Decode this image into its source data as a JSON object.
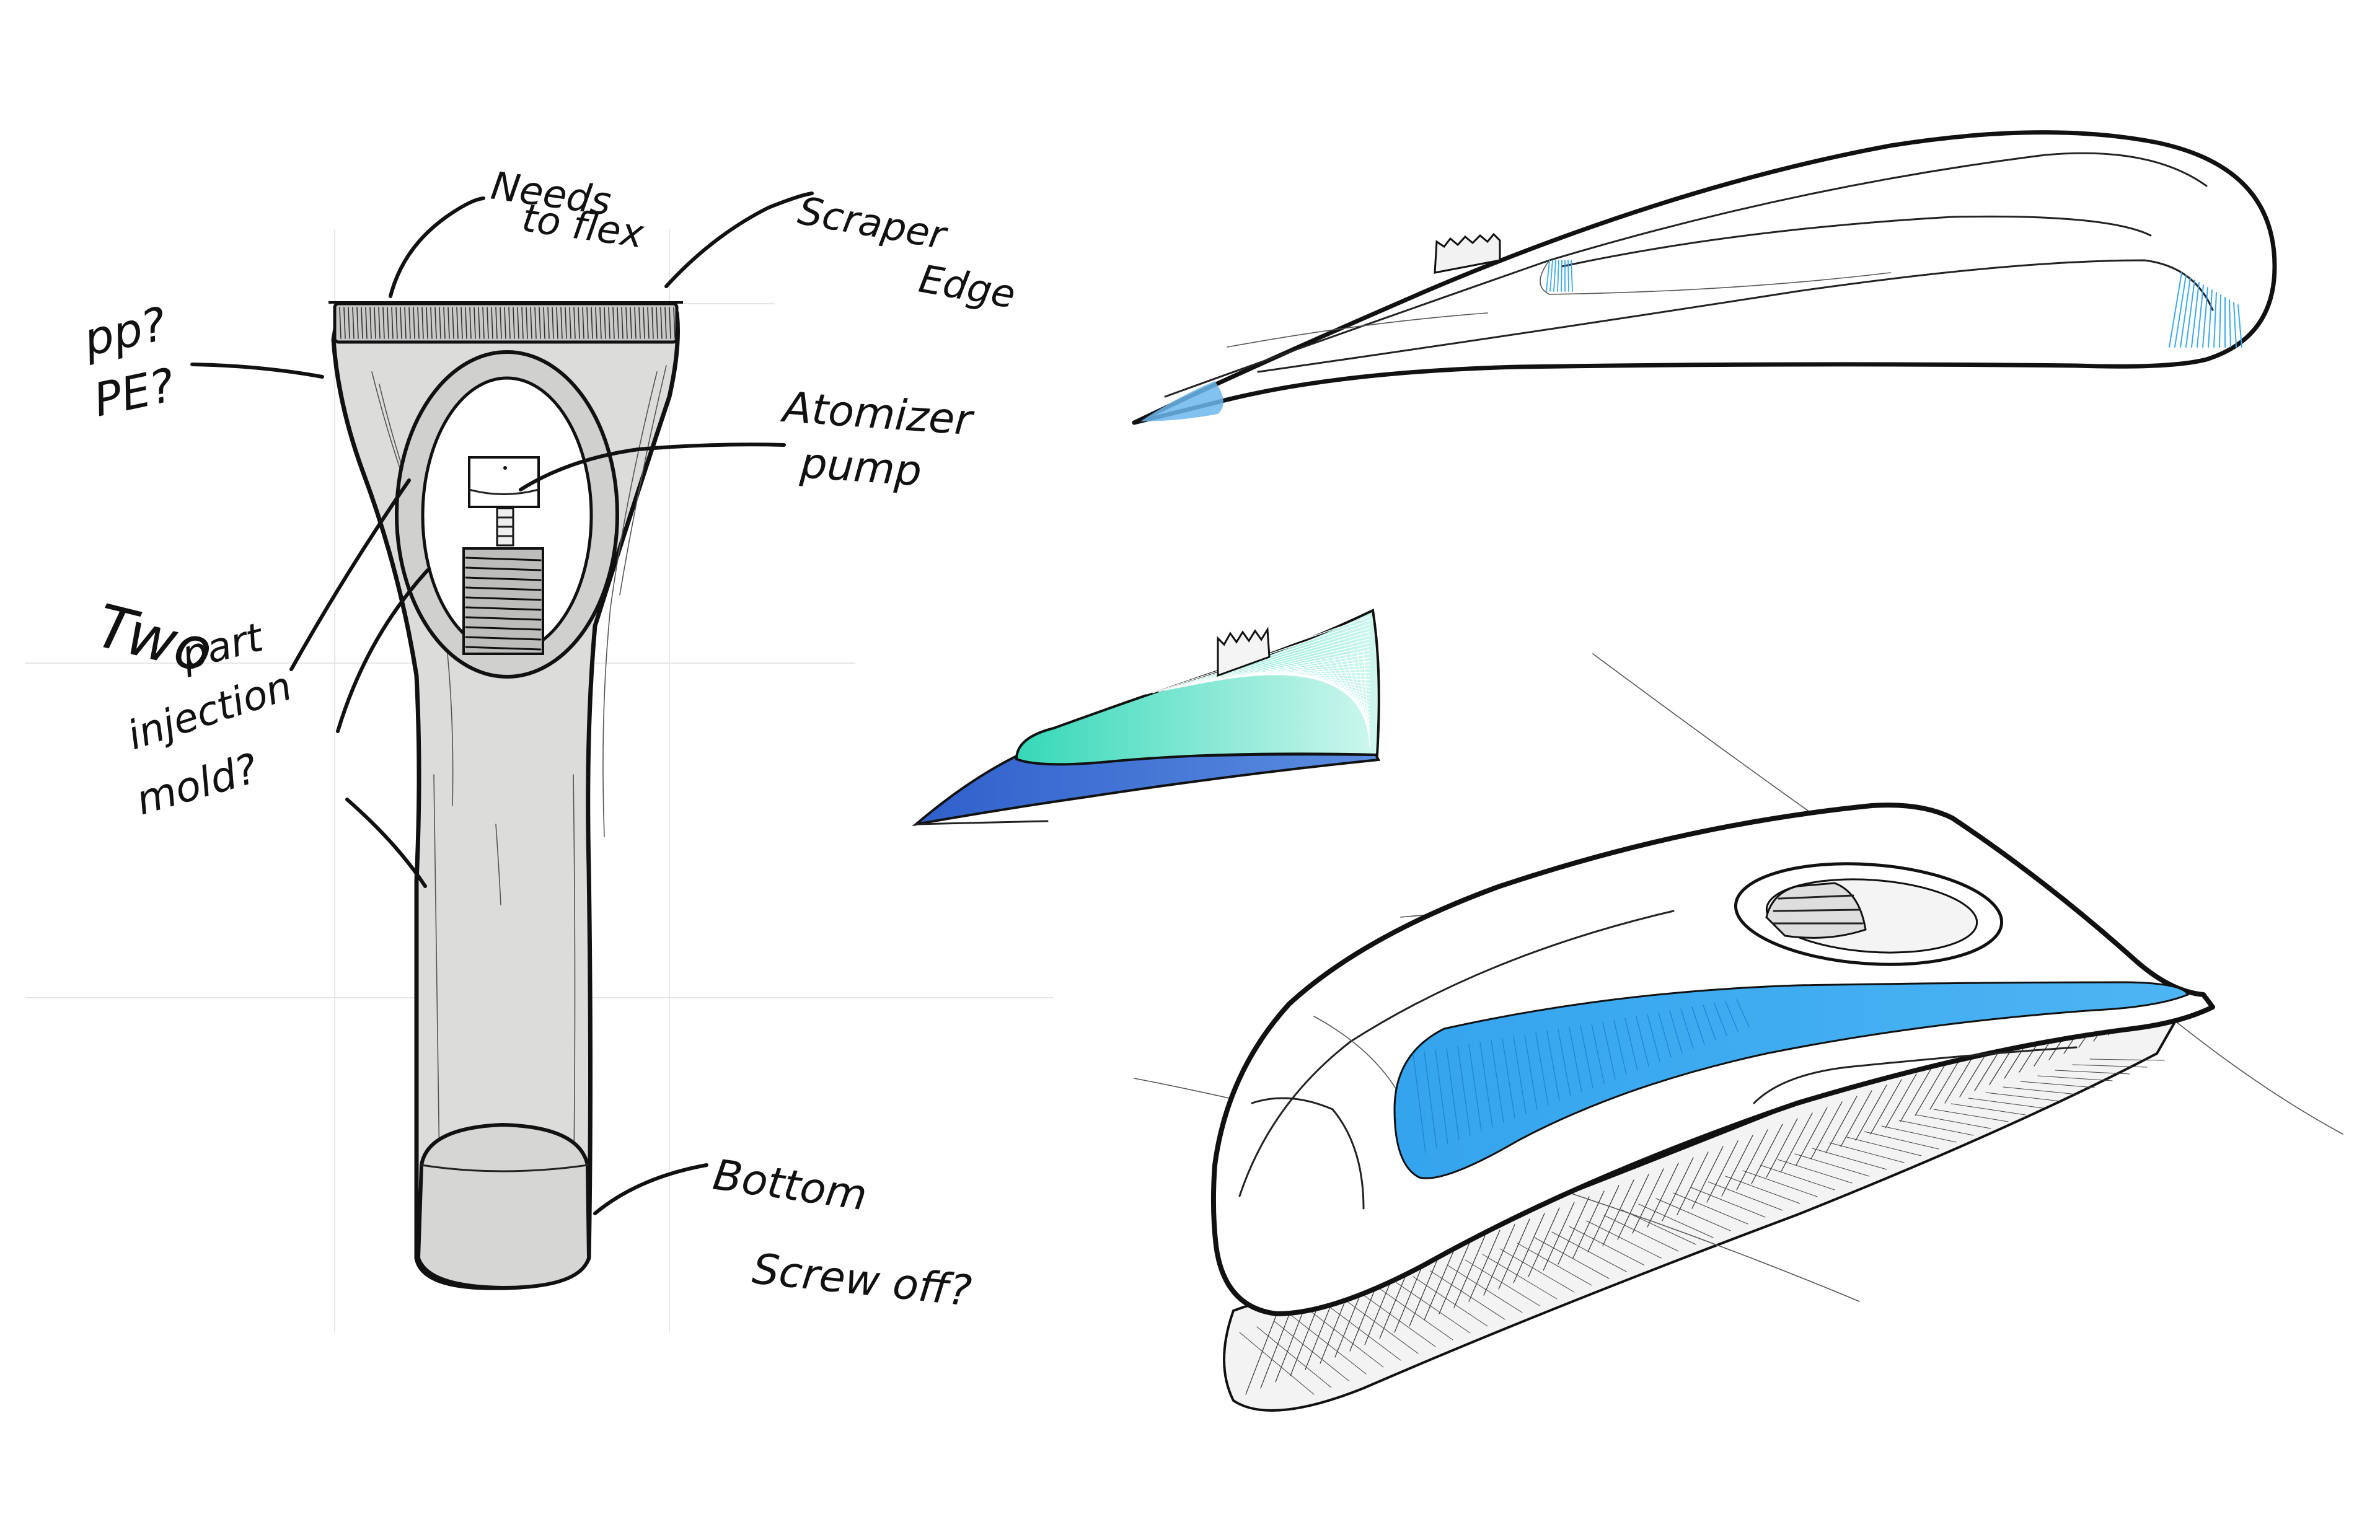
{
  "annotations": {
    "needs_to_flex": [
      "Needs",
      "to flex"
    ],
    "scraper_edge": [
      "Scraper",
      "Edge"
    ],
    "material": [
      "pp?",
      "PE?"
    ],
    "atomizer_pump": [
      "Atomizer",
      "pump"
    ],
    "two_part_mold": [
      "Two",
      "part",
      "injection",
      "mold?"
    ],
    "bottom_screw_off": [
      "Bottom",
      "Screw off?"
    ]
  },
  "colors": {
    "ink": "#111111",
    "body_grey": "#dcdcdb",
    "accent_blue": "#3ba9f0",
    "accent_teal": "#3ee0c5",
    "accent_navy": "#3a6bd1"
  }
}
